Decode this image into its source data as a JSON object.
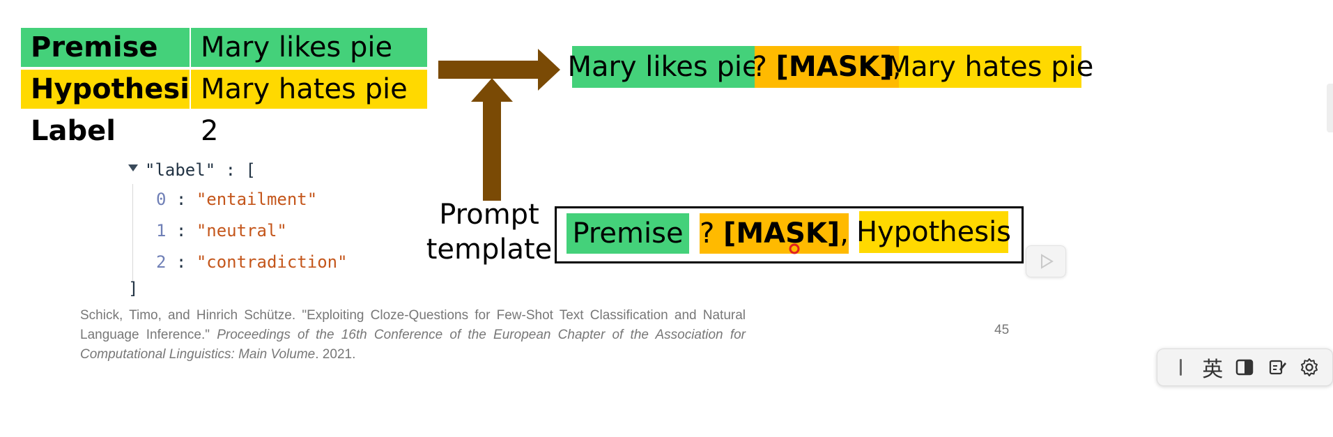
{
  "table": {
    "premise_label": "Premise",
    "premise_value": "Mary likes pie",
    "hypothesis_label": "Hypothesis",
    "hypothesis_value": "Mary hates pie",
    "label_label": "Label",
    "label_value": "2"
  },
  "json_view": {
    "key": "\"label\"",
    "colon": ":",
    "open": "[",
    "close": "]",
    "items": [
      {
        "index": "0",
        "value": "\"entailment\""
      },
      {
        "index": "1",
        "value": "\"neutral\""
      },
      {
        "index": "2",
        "value": "\"contradiction\""
      }
    ]
  },
  "filled_prompt": {
    "premise": "Mary likes pie",
    "mask_prefix": "?",
    "mask": "[MASK]",
    "mask_suffix": ",",
    "hypothesis": "Mary hates pie"
  },
  "template": {
    "label_line1": "Prompt",
    "label_line2": "template",
    "premise": "Premise",
    "mask_prefix": "?",
    "mask": "[MASK]",
    "mask_suffix": ",",
    "hypothesis": "Hypothesis"
  },
  "citation": {
    "authors": "Schick, Timo, and Hinrich Schütze. \"Exploiting Cloze-Questions for Few-Shot Text Classification and Natural Language Inference.\"",
    "venue": "Proceedings of the 16th Conference of the European Chapter of the Association for Computational Linguistics: Main Volume",
    "year": ". 2021."
  },
  "page_number": "45",
  "ime_toolbar": {
    "lang": "英"
  },
  "colors": {
    "green": "#44d17a",
    "yellow": "#ffd900",
    "orange": "#ffba00",
    "arrow": "#7a4a05"
  }
}
